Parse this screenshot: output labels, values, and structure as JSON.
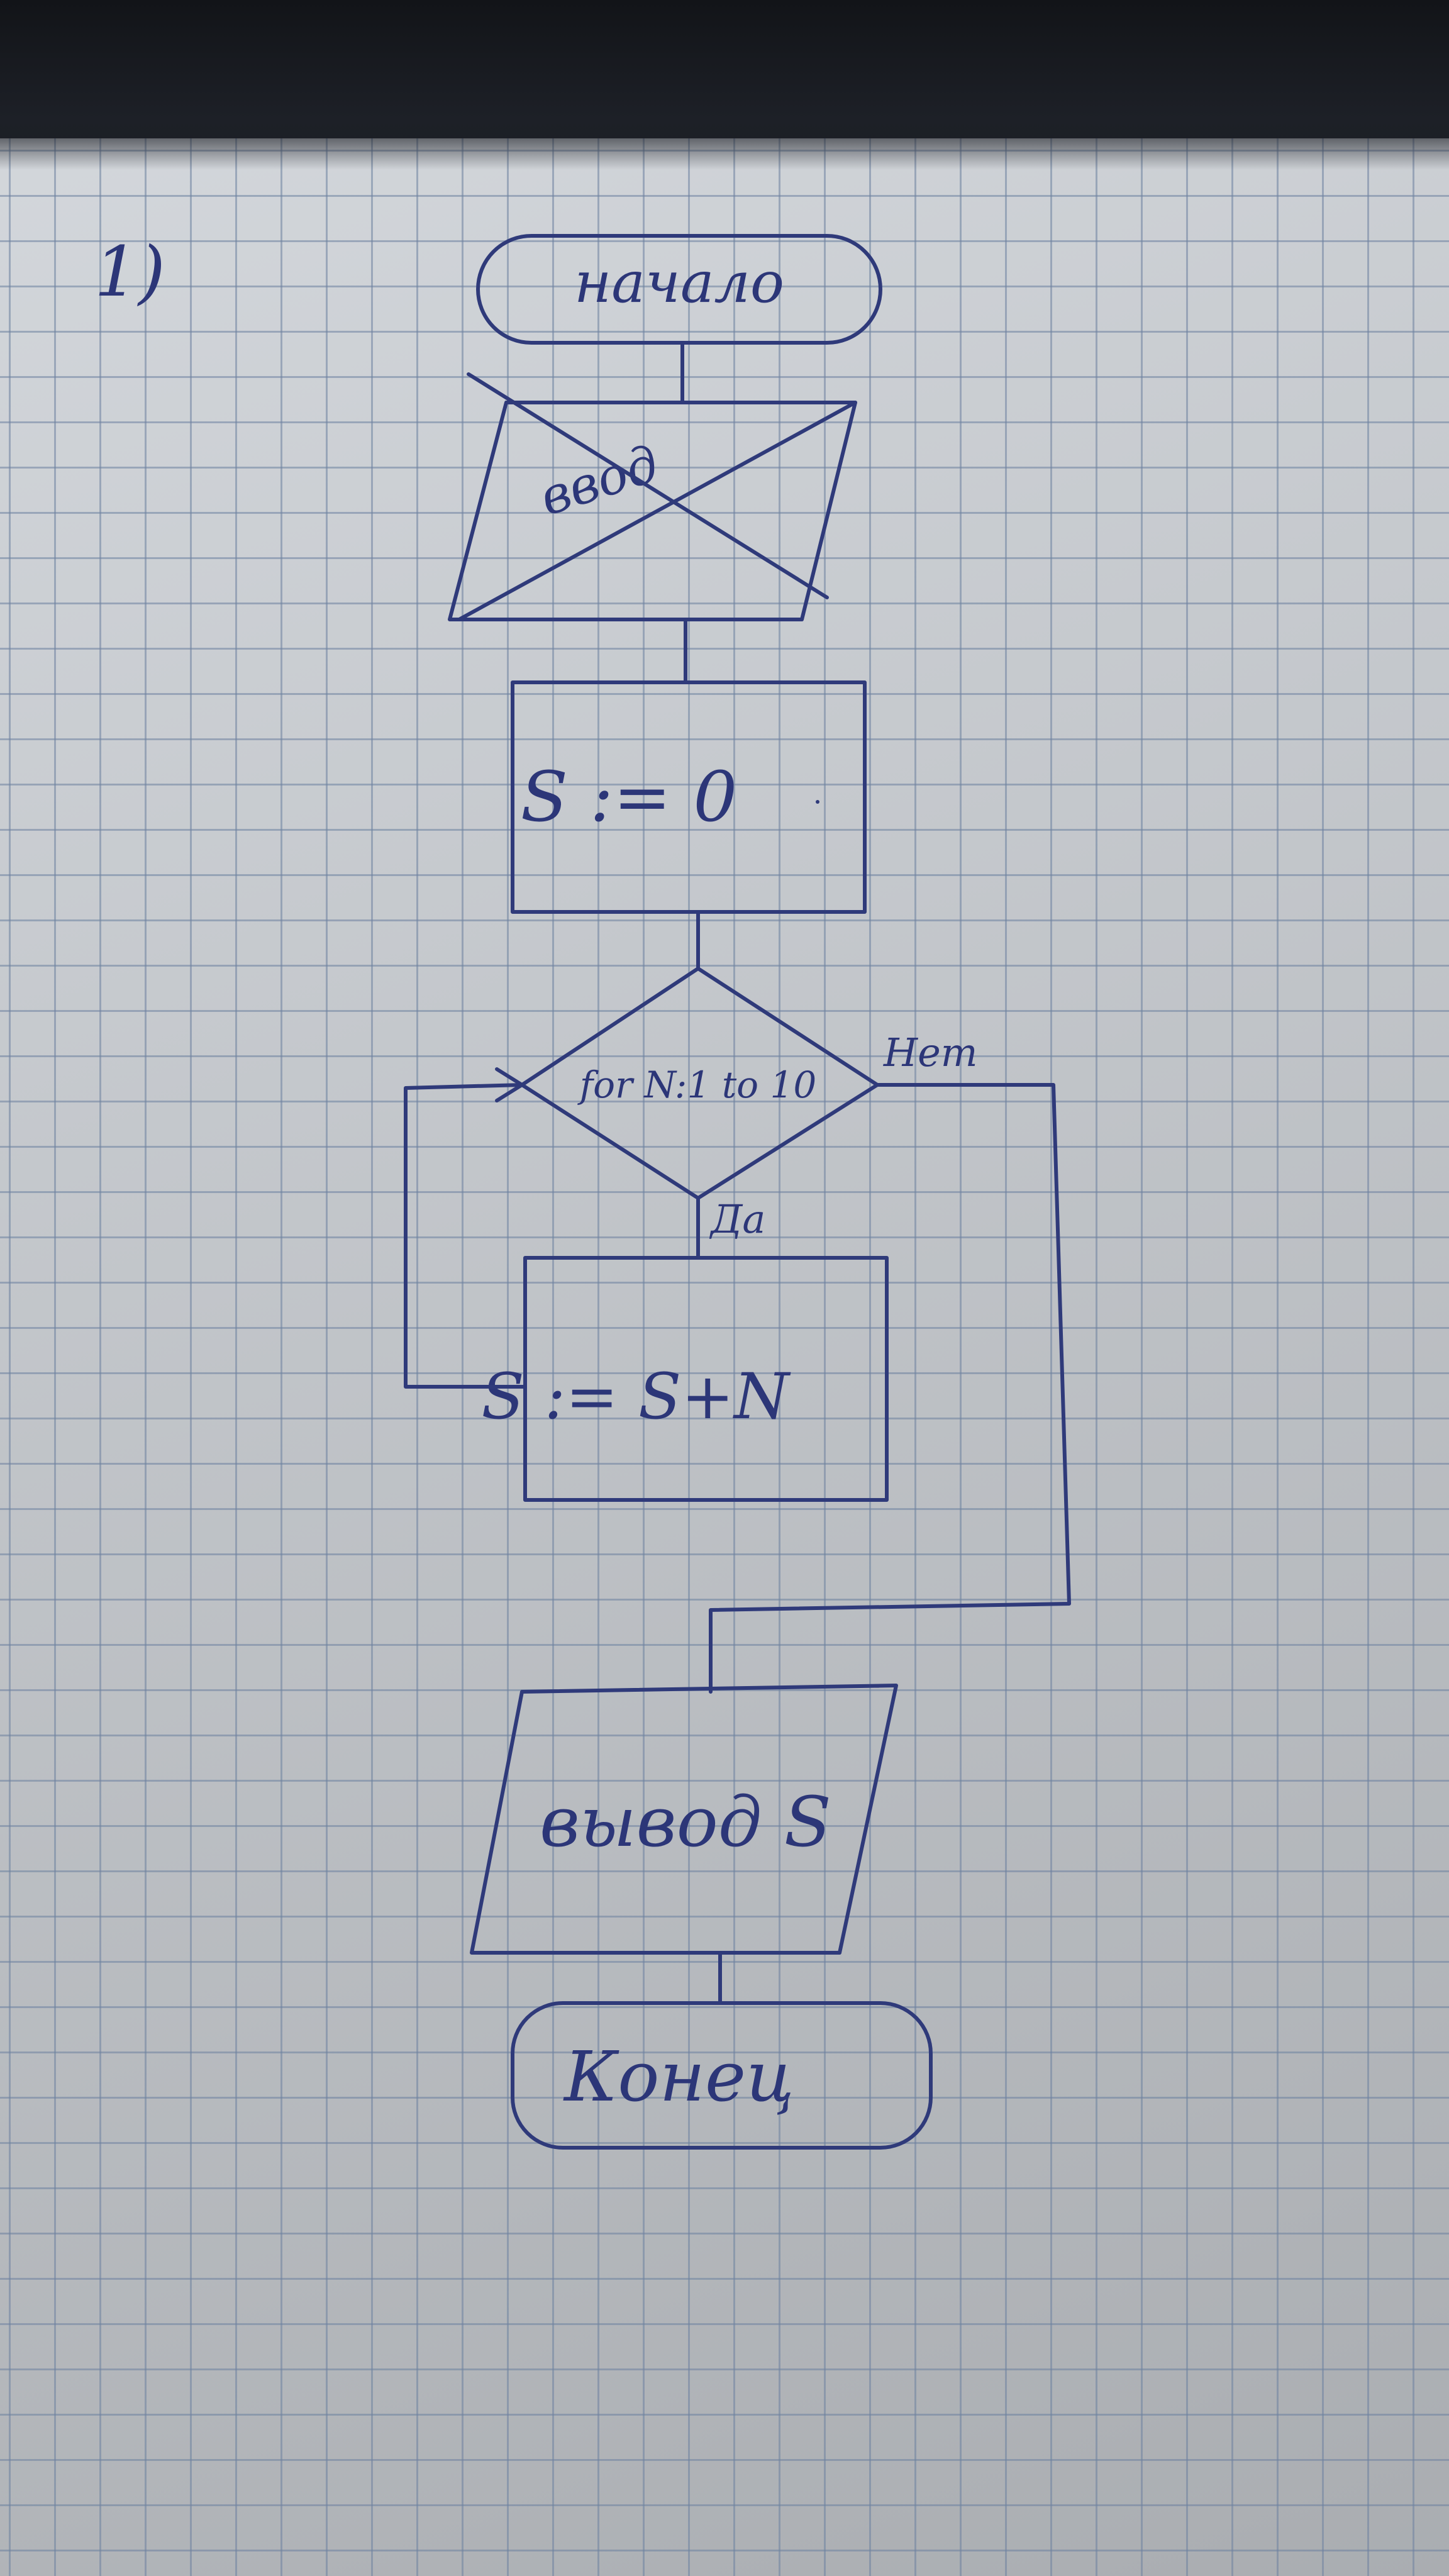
{
  "page_label": "1)",
  "nodes": {
    "start": "начало",
    "input_crossed": "ввод",
    "init": "S := 0",
    "loop": "for N:1 to 10",
    "body": "S := S+N",
    "output": "вывод S",
    "end": "Конец"
  },
  "branches": {
    "no": "Нет",
    "yes": "Да"
  },
  "colors": {
    "ink": "#2f3a7a",
    "paper": "#cfd3d8",
    "grid": "#6e82a0"
  }
}
